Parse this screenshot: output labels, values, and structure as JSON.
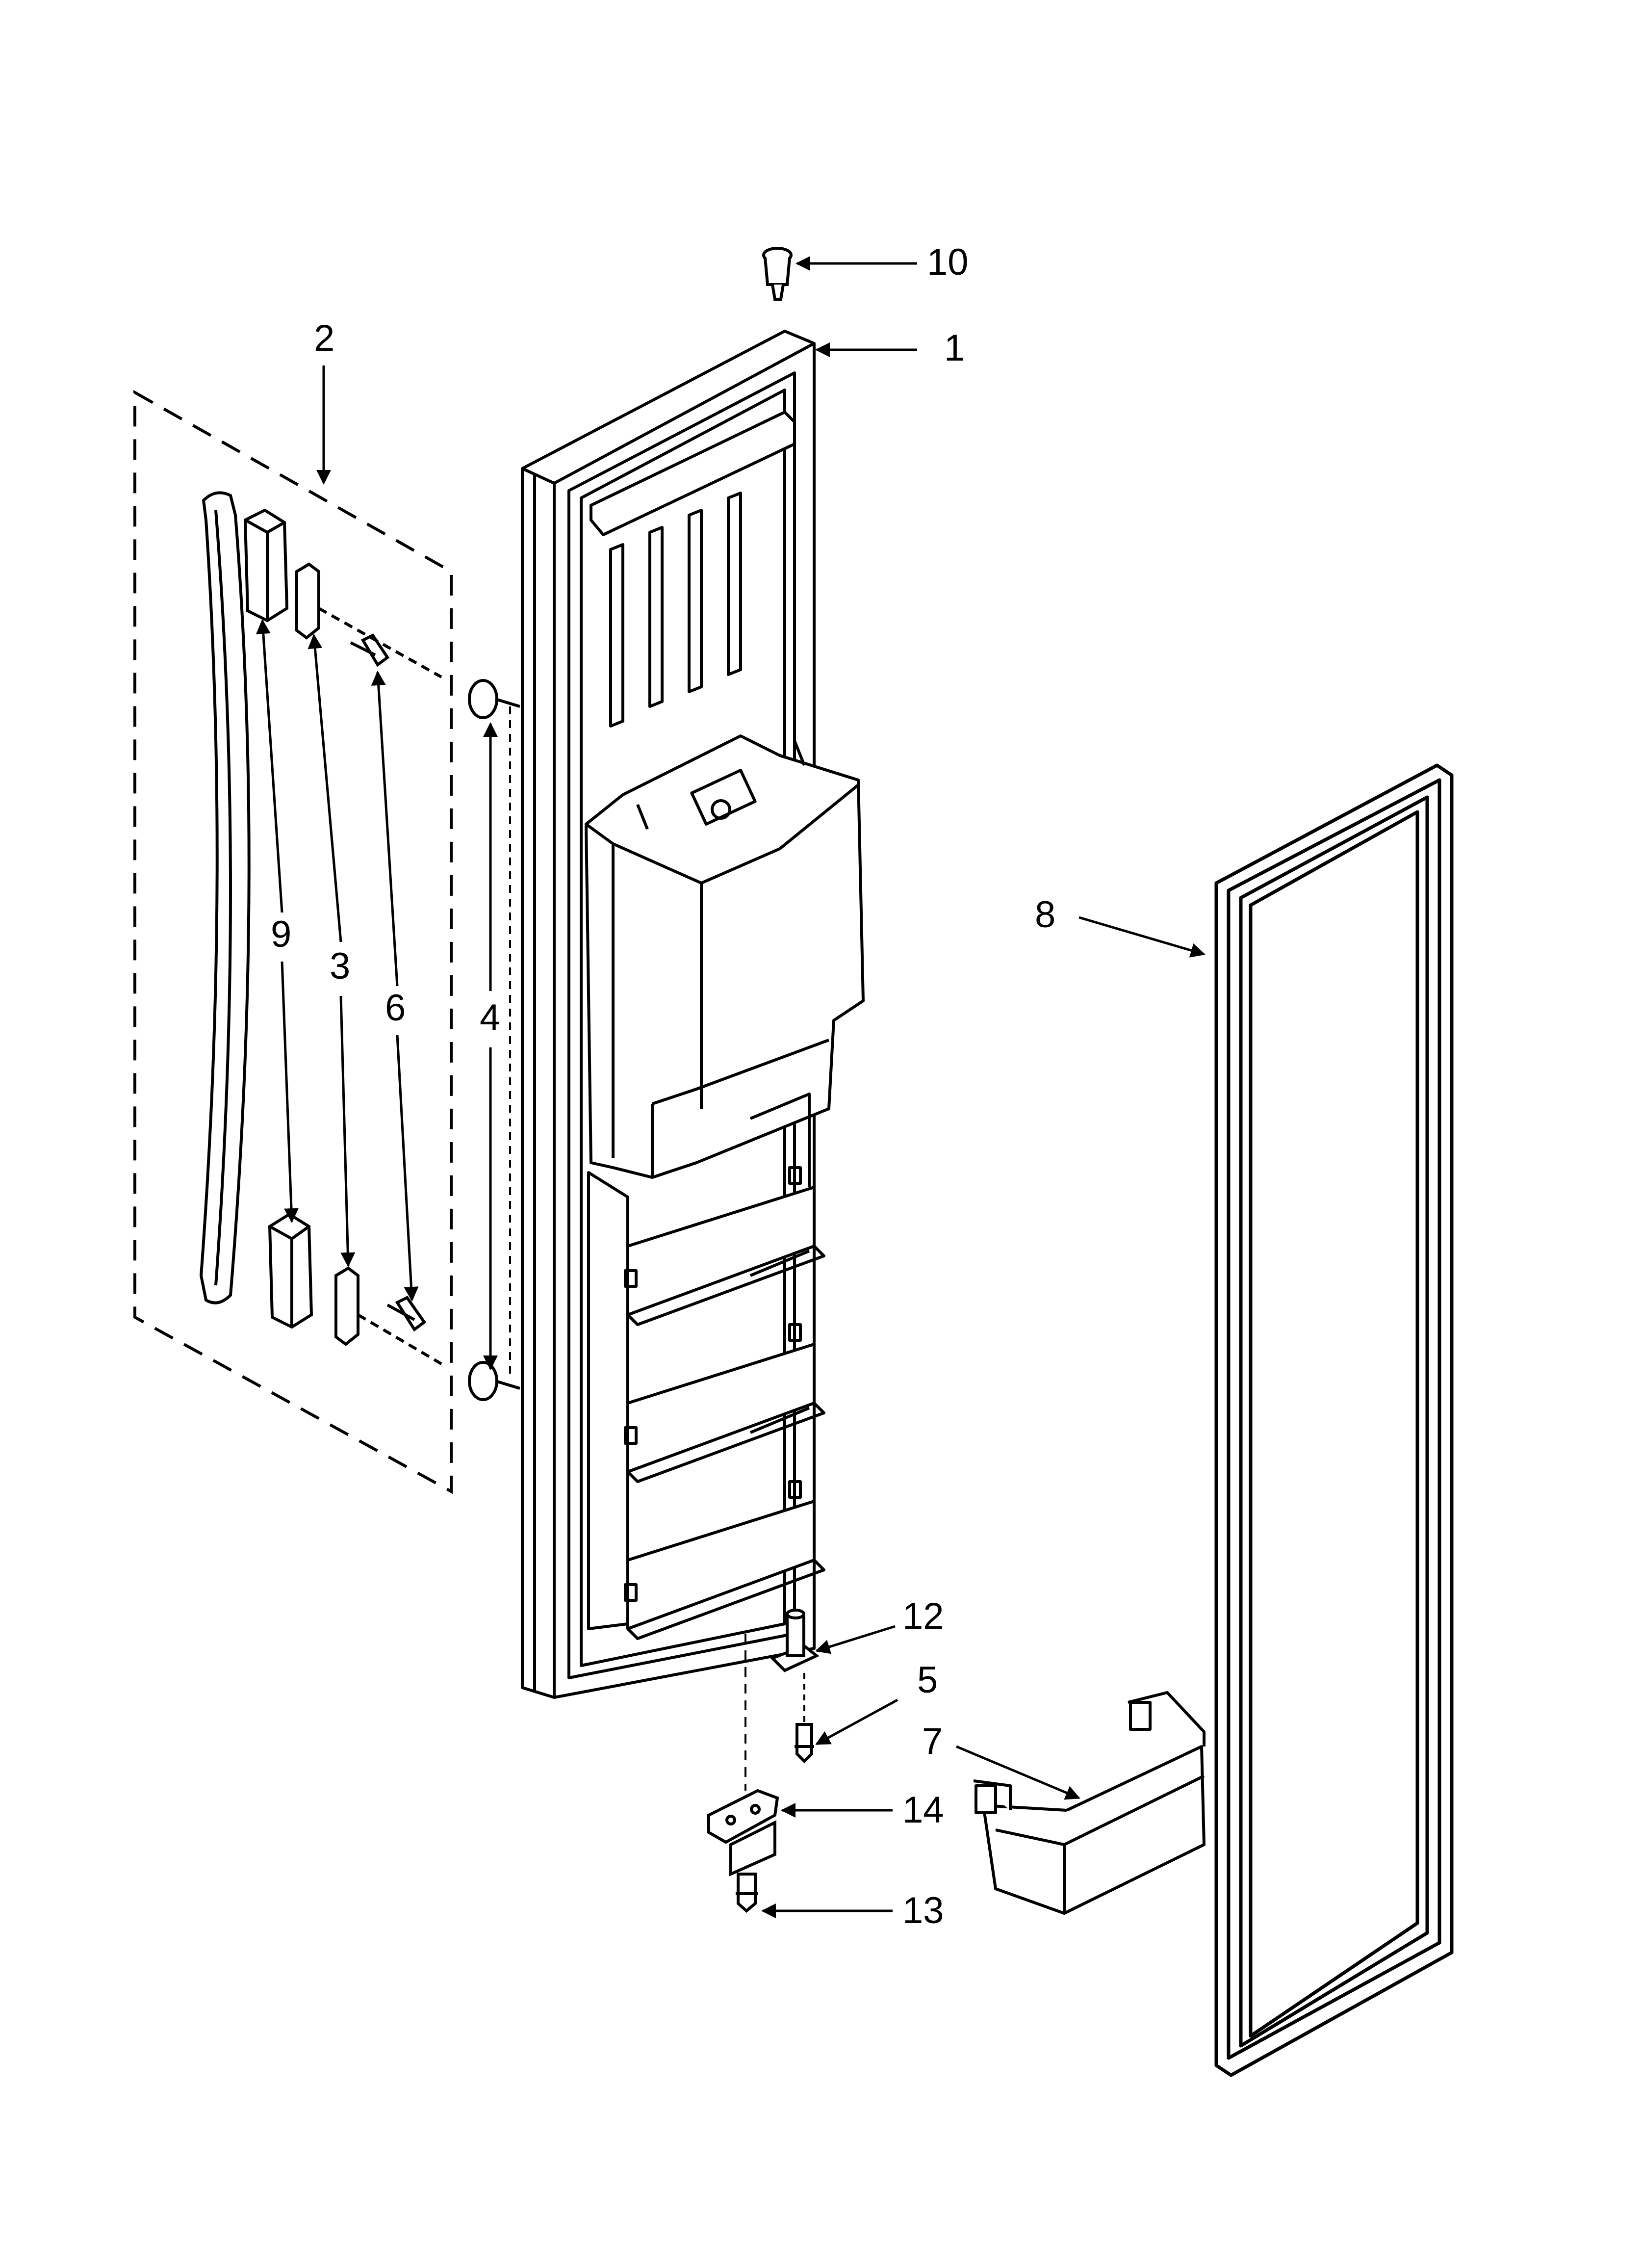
{
  "diagram": {
    "callouts": {
      "c1": "1",
      "c2": "2",
      "c3": "3",
      "c4": "4",
      "c5": "5",
      "c6": "6",
      "c7": "7",
      "c8": "8",
      "c9": "9",
      "c10": "10",
      "c12": "12",
      "c13": "13",
      "c14": "14"
    },
    "line_color": "#000000",
    "background": "#ffffff"
  }
}
